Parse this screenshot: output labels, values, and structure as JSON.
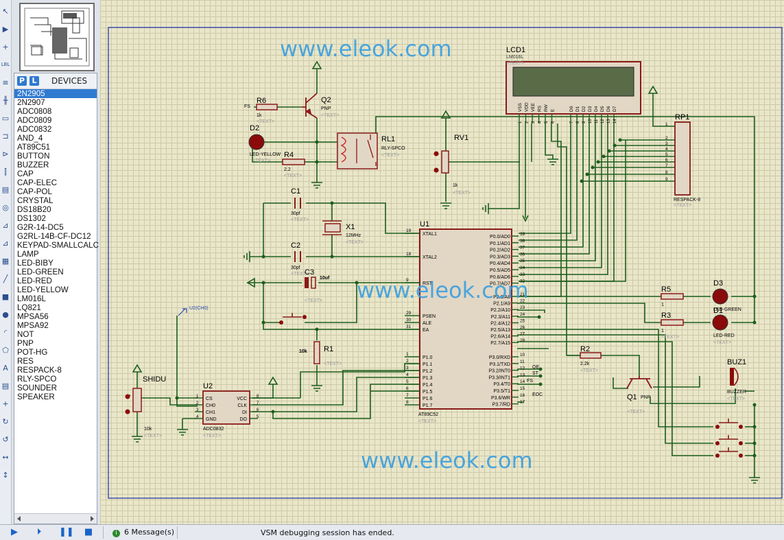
{
  "toolbar": {
    "tools": [
      {
        "name": "selection-mode-icon",
        "glyph": "↖"
      },
      {
        "name": "component-mode-icon",
        "glyph": "▶"
      },
      {
        "name": "junction-dot-icon",
        "glyph": "+"
      },
      {
        "name": "wire-label-icon",
        "glyph": "LBL"
      },
      {
        "name": "text-script-icon",
        "glyph": "≡"
      },
      {
        "name": "bus-icon",
        "glyph": "╫"
      },
      {
        "name": "subcircuit-icon",
        "glyph": "▭"
      },
      {
        "name": "terminals-icon",
        "glyph": "⊐"
      },
      {
        "name": "device-pins-icon",
        "glyph": "⊳"
      },
      {
        "name": "graph-mode-icon",
        "glyph": "⫿"
      },
      {
        "name": "tape-recorder-icon",
        "glyph": "▤"
      },
      {
        "name": "generator-icon",
        "glyph": "◎"
      },
      {
        "name": "voltage-probe-icon",
        "glyph": "⊿"
      },
      {
        "name": "current-probe-icon",
        "glyph": "⊿"
      },
      {
        "name": "virtual-instruments-icon",
        "glyph": "▦"
      },
      {
        "name": "line-icon",
        "glyph": "╱"
      },
      {
        "name": "box-icon",
        "glyph": "■"
      },
      {
        "name": "circle-icon",
        "glyph": "●"
      },
      {
        "name": "arc-icon",
        "glyph": "◜"
      },
      {
        "name": "path-icon",
        "glyph": "⬠"
      },
      {
        "name": "text-icon",
        "glyph": "A"
      },
      {
        "name": "symbol-icon",
        "glyph": "▤"
      },
      {
        "name": "marker-icon",
        "glyph": "+"
      },
      {
        "name": "rotate-cw-icon",
        "glyph": "↻"
      },
      {
        "name": "rotate-ccw-icon",
        "glyph": "↺"
      },
      {
        "name": "mirror-horizontal-icon",
        "glyph": "↔"
      },
      {
        "name": "mirror-vertical-icon",
        "glyph": "↕"
      }
    ]
  },
  "device_panel": {
    "p_button": "P",
    "l_button": "L",
    "title": "DEVICES",
    "selected_index": 0,
    "items": [
      "2N2905",
      "2N2907",
      "ADC0808",
      "ADC0809",
      "ADC0832",
      "AND_4",
      "AT89C51",
      "BUTTON",
      "BUZZER",
      "CAP",
      "CAP-ELEC",
      "CAP-POL",
      "CRYSTAL",
      "DS18B20",
      "DS1302",
      "G2R-14-DC5",
      "G2RL-14B-CF-DC12",
      "KEYPAD-SMALLCALC",
      "LAMP",
      "LED-BIBY",
      "LED-GREEN",
      "LED-RED",
      "LED-YELLOW",
      "LM016L",
      "LQ821",
      "MPSA56",
      "MPSA92",
      "NOT",
      "PNP",
      "POT-HG",
      "RES",
      "RESPACK-8",
      "RLY-SPCO",
      "SOUNDER",
      "SPEAKER"
    ]
  },
  "schematic": {
    "watermark": "www.eleok.com",
    "text_placeholder": "<TEXT>",
    "lcd": {
      "ref": "LCD1",
      "part": "LM016L",
      "pins": [
        "VSS",
        "VDD",
        "VEE",
        "RS",
        "RW",
        "E",
        "D0",
        "D1",
        "D2",
        "D3",
        "D4",
        "D5",
        "D6",
        "D7"
      ],
      "pin_numbers": [
        "1",
        "2",
        "3",
        "4",
        "5",
        "6",
        "7",
        "8",
        "9",
        "10",
        "11",
        "12",
        "13",
        "14"
      ]
    },
    "rp1": {
      "ref": "RP1",
      "part": "RESPACK-8",
      "pins": [
        "1",
        "2",
        "3",
        "4",
        "5",
        "6",
        "7",
        "8",
        "9"
      ]
    },
    "q2": {
      "ref": "Q2",
      "part": "PNP"
    },
    "r6": {
      "ref": "R6",
      "value": "1k",
      "net": "FS"
    },
    "d2": {
      "ref": "D2",
      "part": "LED-YELLOW"
    },
    "r4": {
      "ref": "R4",
      "value": "2.2"
    },
    "rl1": {
      "ref": "RL1",
      "part": "RLY-SPCO"
    },
    "rv1": {
      "ref": "RV1",
      "value": "1k"
    },
    "c1": {
      "ref": "C1",
      "value": "30pf"
    },
    "c2": {
      "ref": "C2",
      "value": "30pf"
    },
    "c3": {
      "ref": "C3",
      "value": "10uf"
    },
    "x1": {
      "ref": "X1",
      "value": "12MHz"
    },
    "r1": {
      "ref": "R1",
      "value": "10k"
    },
    "u1": {
      "ref": "U1",
      "part": "AT89C52",
      "left_pins": [
        {
          "n": "19",
          "name": "XTAL1"
        },
        {
          "n": "18",
          "name": "XTAL2"
        },
        {
          "n": "9",
          "name": "RST"
        },
        {
          "n": "29",
          "name": "PSEN"
        },
        {
          "n": "30",
          "name": "ALE"
        },
        {
          "n": "31",
          "name": "EA"
        },
        {
          "n": "1",
          "name": "P1.0"
        },
        {
          "n": "2",
          "name": "P1.1"
        },
        {
          "n": "3",
          "name": "P1.2"
        },
        {
          "n": "4",
          "name": "P1.3"
        },
        {
          "n": "5",
          "name": "P1.4"
        },
        {
          "n": "6",
          "name": "P1.5"
        },
        {
          "n": "7",
          "name": "P1.6"
        },
        {
          "n": "8",
          "name": "P1.7"
        }
      ],
      "right_pins": [
        {
          "n": "39",
          "name": "P0.0/AD0"
        },
        {
          "n": "38",
          "name": "P0.1/AD1"
        },
        {
          "n": "37",
          "name": "P0.2/AD2"
        },
        {
          "n": "36",
          "name": "P0.3/AD3"
        },
        {
          "n": "35",
          "name": "P0.4/AD4"
        },
        {
          "n": "34",
          "name": "P0.5/AD5"
        },
        {
          "n": "33",
          "name": "P0.6/AD6"
        },
        {
          "n": "32",
          "name": "P0.7/AD7"
        },
        {
          "n": "21",
          "name": "P2.0/A8"
        },
        {
          "n": "22",
          "name": "P2.1/A9"
        },
        {
          "n": "23",
          "name": "P2.2/A10"
        },
        {
          "n": "24",
          "name": "P2.3/A11"
        },
        {
          "n": "25",
          "name": "P2.4/A12"
        },
        {
          "n": "26",
          "name": "P2.5/A13"
        },
        {
          "n": "27",
          "name": "P2.6/A14"
        },
        {
          "n": "28",
          "name": "P2.7/A15"
        },
        {
          "n": "10",
          "name": "P3.0/RXD"
        },
        {
          "n": "11",
          "name": "P3.1/TXD"
        },
        {
          "n": "12",
          "name": "P3.2/INT0"
        },
        {
          "n": "13",
          "name": "P3.3/INT1"
        },
        {
          "n": "14",
          "name": "P3.4/T0"
        },
        {
          "n": "15",
          "name": "P3.5/T1"
        },
        {
          "n": "16",
          "name": "P3.6/WR"
        },
        {
          "n": "17",
          "name": "P3.7/RD"
        }
      ]
    },
    "u2": {
      "ref": "U2",
      "part": "ADC0832",
      "left_pins": [
        {
          "n": "1",
          "name": "CS"
        },
        {
          "n": "2",
          "name": "CH0"
        },
        {
          "n": "3",
          "name": "CH1"
        },
        {
          "n": "4",
          "name": "GND"
        }
      ],
      "right_pins": [
        {
          "n": "8",
          "name": "VCC"
        },
        {
          "n": "7",
          "name": "CLK"
        },
        {
          "n": "6",
          "name": "DI"
        },
        {
          "n": "5",
          "name": "DO"
        }
      ],
      "probe": "U2(CH0)"
    },
    "shidu": {
      "ref": "SHIDU",
      "value": "10k"
    },
    "r5": {
      "ref": "R5",
      "value": "1"
    },
    "r3": {
      "ref": "R3",
      "value": "1"
    },
    "d3": {
      "ref": "D3",
      "part": "LED-GREEN"
    },
    "d1": {
      "ref": "D1",
      "part": "LED-RED"
    },
    "r2": {
      "ref": "R2",
      "value": "2.2k"
    },
    "q1": {
      "ref": "Q1",
      "part": "PNP"
    },
    "buz1": {
      "ref": "BUZ1",
      "part": "BUZZER"
    },
    "net_labels": {
      "oe": "OE",
      "st": "ST",
      "fs": "FS",
      "eoc": "EOC"
    }
  },
  "status_bar": {
    "messages": "6 Message(s)",
    "status": "VSM debugging session has ended.",
    "controls": [
      "play-icon",
      "step-icon",
      "pause-icon",
      "stop-icon"
    ]
  }
}
